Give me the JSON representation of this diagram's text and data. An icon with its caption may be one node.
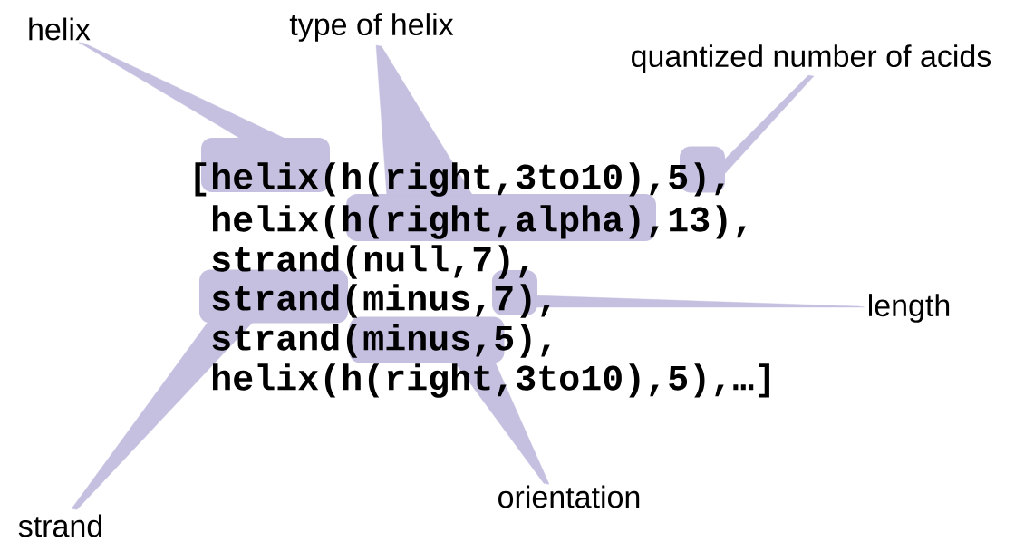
{
  "diagram": {
    "nodes": [
      {
        "text": [
          "helix"
        ]
      },
      {
        "text": [
          "type of helix"
        ]
      },
      {
        "text": [
          "quantized number of acids"
        ]
      },
      {
        "text": [
          "length"
        ]
      },
      {
        "text": [
          "orientation"
        ]
      },
      {
        "text": [
          "strand"
        ]
      },
      {
        "text": [],
        "shape": "box"
      },
      {
        "text": [],
        "shape": "box"
      },
      {
        "text": [],
        "shape": "box"
      },
      {
        "text": [],
        "shape": "box"
      },
      {
        "text": [],
        "shape": "box"
      },
      {
        "text": [],
        "shape": "box"
      }
    ],
    "edges": [
      {
        "from": 0,
        "to": 6,
        "arrow": "none"
      },
      {
        "from": 1,
        "to": 7,
        "arrow": "none"
      },
      {
        "from": 2,
        "to": 8,
        "arrow": "none"
      },
      {
        "from": 3,
        "to": 10,
        "arrow": "none"
      },
      {
        "from": 4,
        "to": 11,
        "arrow": "none"
      },
      {
        "from": 5,
        "to": 9,
        "arrow": "none"
      }
    ],
    "labels": [
      "[helix(h(right,3to10),5),",
      "helix(h(right,alpha),13),",
      "strand(null,7),",
      "strand(minus,7),",
      "strand(minus,5),",
      "helix(h(right,3to10),5),…]"
    ]
  }
}
